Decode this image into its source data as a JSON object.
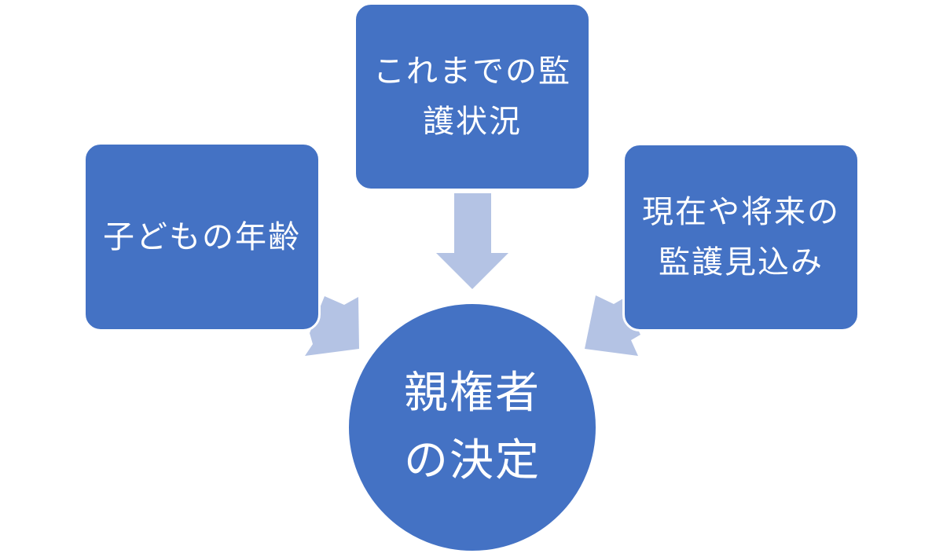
{
  "diagram": {
    "center": {
      "label": "親権者の決定"
    },
    "boxes": {
      "top": {
        "label": "これまでの監護状況"
      },
      "left": {
        "label": "子どもの年齢"
      },
      "right": {
        "label": "現在や将来の監護見込み"
      }
    },
    "colors": {
      "box_fill": "#4472c4",
      "arrow_fill": "#b4c3e4",
      "text": "#ffffff"
    }
  }
}
